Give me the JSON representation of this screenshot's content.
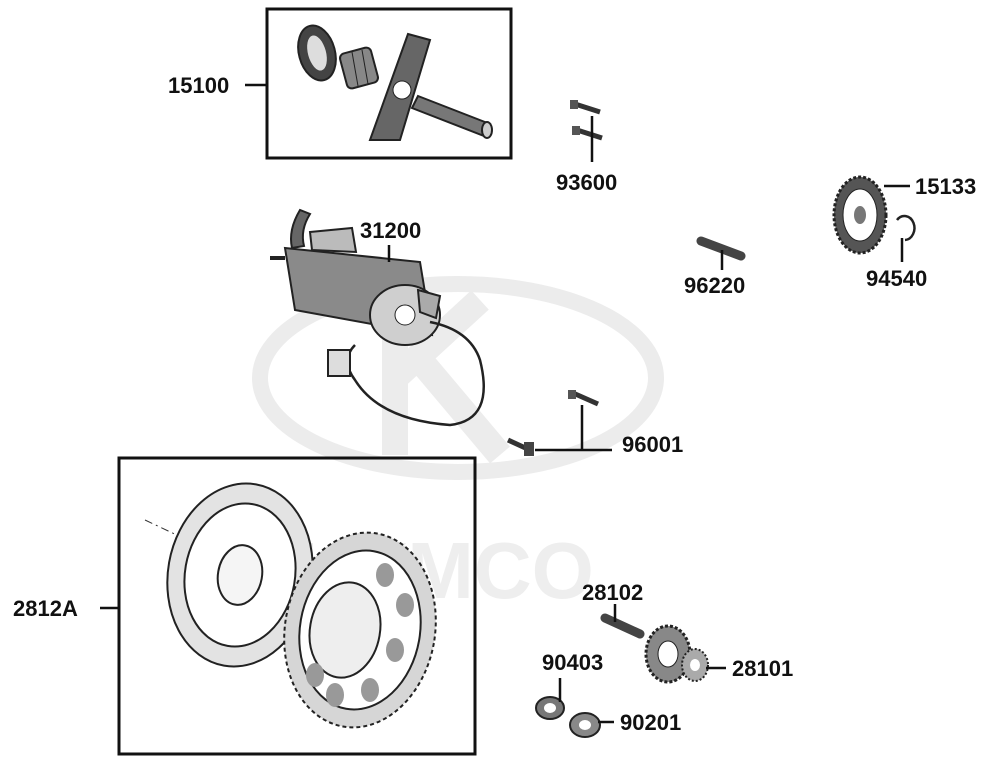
{
  "watermark": {
    "brand": "KYMCO"
  },
  "callouts": [
    {
      "key": "starter_clutch_kit",
      "label": "15100"
    },
    {
      "key": "bolt_pair",
      "label": "93600"
    },
    {
      "key": "gear_15133",
      "label": "15133"
    },
    {
      "key": "circlip",
      "label": "94540"
    },
    {
      "key": "starter_motor",
      "label": "31200"
    },
    {
      "key": "shaft_pin",
      "label": "96220"
    },
    {
      "key": "flange_bolts",
      "label": "96001"
    },
    {
      "key": "flywheel_clutch_assy",
      "label": "2812A"
    },
    {
      "key": "idle_shaft",
      "label": "28102"
    },
    {
      "key": "idle_gear",
      "label": "28101"
    },
    {
      "key": "washer",
      "label": "90403"
    },
    {
      "key": "nut",
      "label": "90201"
    }
  ]
}
